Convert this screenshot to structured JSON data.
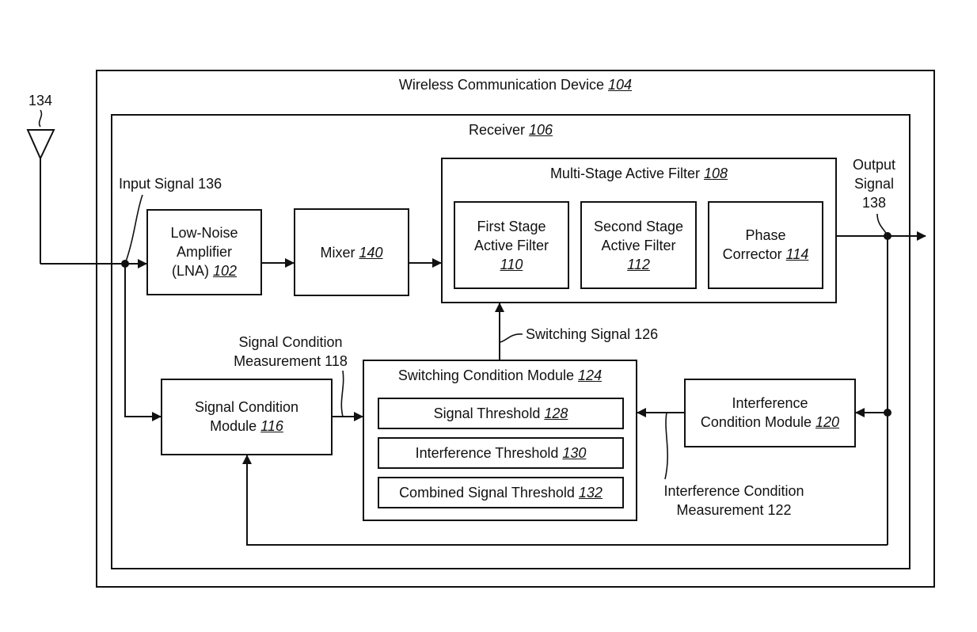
{
  "device": {
    "title": "Wireless Communication Device",
    "ref": "104"
  },
  "receiver": {
    "title": "Receiver",
    "ref": "106"
  },
  "filter": {
    "title": "Multi-Stage Active Filter",
    "ref": "108"
  },
  "first_stage": {
    "line1": "First Stage",
    "line2": "Active Filter",
    "ref": "110"
  },
  "second_stage": {
    "line1": "Second Stage",
    "line2": "Active Filter",
    "ref": "112"
  },
  "phase": {
    "line1": "Phase",
    "line2": "Corrector",
    "ref": "114"
  },
  "lna": {
    "line1": "Low-Noise",
    "line2": "Amplifier",
    "line3": "(LNA)",
    "ref": "102"
  },
  "mixer": {
    "label": "Mixer",
    "ref": "140"
  },
  "signal_condition_module": {
    "line1": "Signal Condition",
    "line2": "Module",
    "ref": "116"
  },
  "switching_module": {
    "title": "Switching Condition Module",
    "ref": "124"
  },
  "signal_threshold": {
    "label": "Signal Threshold",
    "ref": "128"
  },
  "interference_threshold": {
    "label": "Interference Threshold",
    "ref": "130"
  },
  "combined_threshold": {
    "label": "Combined Signal Threshold",
    "ref": "132"
  },
  "interference_module": {
    "line1": "Interference",
    "line2": "Condition Module",
    "ref": "120"
  },
  "antenna": {
    "ref": "134"
  },
  "input_signal": {
    "label": "Input Signal 136"
  },
  "output_signal": {
    "line1": "Output",
    "line2": "Signal",
    "line3": "138"
  },
  "switching_signal": {
    "label": "Switching Signal 126"
  },
  "signal_measurement": {
    "line1": "Signal Condition",
    "line2": "Measurement 118"
  },
  "interference_measurement": {
    "line1": "Interference Condition",
    "line2": "Measurement 122"
  }
}
